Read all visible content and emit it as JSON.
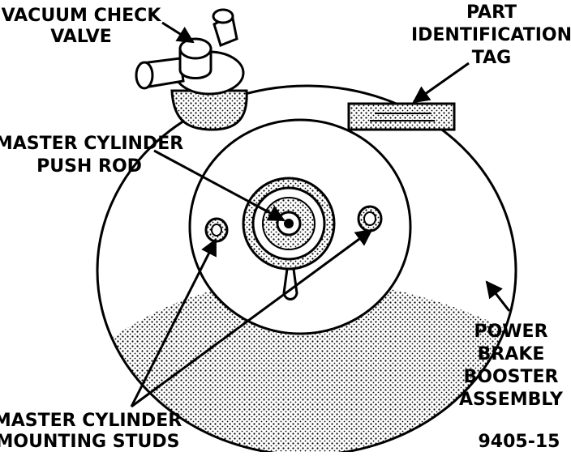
{
  "labels": {
    "vacuum_check_valve": [
      "VACUUM CHECK",
      "VALVE"
    ],
    "part_identification_tag": [
      "PART",
      "IDENTIFICATION",
      "TAG"
    ],
    "master_cylinder_push_rod": [
      "MASTER CYLINDER",
      "PUSH ROD"
    ],
    "power_brake_booster_assembly": [
      "POWER",
      "BRAKE",
      "BOOSTER",
      "ASSEMBLY"
    ],
    "master_cylinder_mounting_studs": [
      "MASTER CYLINDER",
      "MOUNTING STUDS"
    ]
  },
  "figure_number": "9405-15"
}
